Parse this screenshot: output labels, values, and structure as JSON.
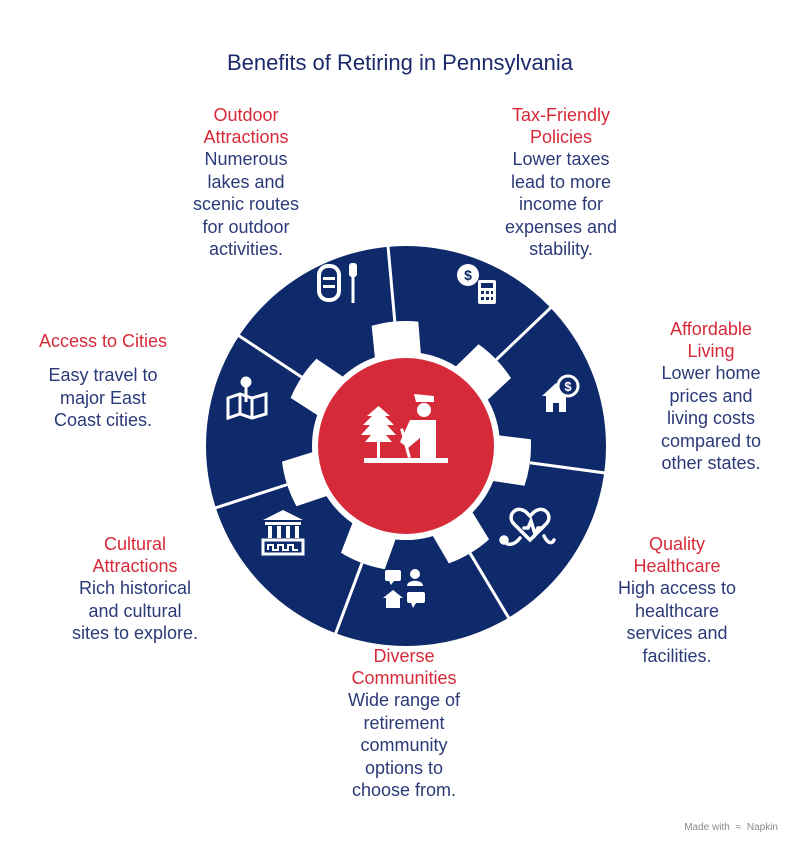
{
  "title": "Benefits of Retiring in Pennsylvania",
  "colors": {
    "navy": "#0e2a6b",
    "red": "#d62a38",
    "text": "#2b3a78",
    "white": "#ffffff"
  },
  "items": [
    {
      "heading": "Outdoor\nAttractions",
      "desc": "Numerous\nlakes and\nscenic routes\nfor outdoor\nactivities.",
      "icon": "canoe-paddle-icon"
    },
    {
      "heading": "Tax-Friendly\nPolicies",
      "desc": "Lower taxes\nlead to more\nincome for\nexpenses and\nstability.",
      "icon": "money-calculator-icon"
    },
    {
      "heading": "Affordable\nLiving",
      "desc": "Lower home\nprices and\nliving costs\ncompared to\nother states.",
      "icon": "house-dollar-icon"
    },
    {
      "heading": "Quality\nHealthcare",
      "desc": "High access to\nhealthcare\nservices and\nfacilities.",
      "icon": "heart-stethoscope-icon"
    },
    {
      "heading": "Diverse\nCommunities",
      "desc": "Wide range of\nretirement\ncommunity\noptions to\nchoose from.",
      "icon": "community-chat-icon"
    },
    {
      "heading": "Cultural\nAttractions",
      "desc": "Rich historical\nand cultural\nsites to explore.",
      "icon": "museum-icon"
    },
    {
      "heading": "Access to Cities",
      "desc": "Easy travel to\nmajor East\nCoast cities.",
      "icon": "map-pin-icon"
    }
  ],
  "center_icon": "retiree-tree-icon",
  "footer": {
    "made_with": "Made with",
    "brand": "Napkin"
  }
}
